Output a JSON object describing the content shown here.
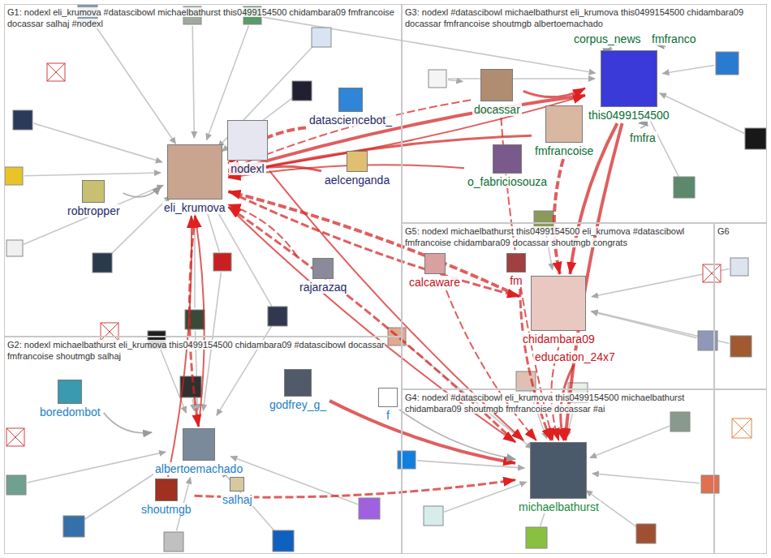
{
  "diagram": {
    "nodes": [
      {
        "text": [
          "G1: nodexl eli_krumova #datascibowl michaelbathurst this0499154500 chidambara09 fmfrancoise docassar salhaj #nodexl"
        ]
      },
      {
        "text": [
          "datasciencebot_"
        ],
        "in": 0
      },
      {
        "text": [
          "nodexl"
        ],
        "in": 0
      },
      {
        "text": [
          "eli_krumova"
        ],
        "in": 0
      },
      {
        "text": [
          "aelcenganda"
        ],
        "in": 0
      },
      {
        "text": [
          "robtropper"
        ],
        "in": 0
      },
      {
        "text": [
          "rajarazaq"
        ],
        "in": 0
      },
      {
        "text": [
          "G3: nodexl #datascibowl michaelbathurst eli_krumova this0499154500 chidambara09 docassar fmfrancoise shoutmgb albertoemachado"
        ]
      },
      {
        "text": [
          "corpus_news"
        ],
        "in": 7
      },
      {
        "text": [
          "fmfranco"
        ],
        "in": 7
      },
      {
        "text": [
          "this0499154500"
        ],
        "in": 7
      },
      {
        "text": [
          "docassar"
        ],
        "in": 7
      },
      {
        "text": [
          "fmfrancoise"
        ],
        "in": 7
      },
      {
        "text": [
          "fmfra"
        ],
        "in": 7
      },
      {
        "text": [
          "o_fabriciosouza"
        ],
        "in": 7
      },
      {
        "text": [
          "G5: nodexl michaelbathurst this0499154500 eli_krumova #datascibowl fmfrancoise chidambara09 docassar shoutmgb congrats"
        ]
      },
      {
        "text": [
          "calcaware"
        ],
        "in": 15
      },
      {
        "text": [
          "fm"
        ],
        "in": 15
      },
      {
        "text": [
          "chidambara09"
        ],
        "in": 15
      },
      {
        "text": [
          "education_24x7"
        ],
        "in": 15
      },
      {
        "text": [
          "G6"
        ]
      },
      {
        "text": [
          "G2: nodexl michaelbathurst eli_krumova this0499154500 chidambara09 #datascibowl docassar fmfrancoise shoutmgb salhaj"
        ]
      },
      {
        "text": [
          "godfrey_g_"
        ],
        "in": 21
      },
      {
        "text": [
          "boredombot"
        ],
        "in": 21
      },
      {
        "text": [
          "f"
        ],
        "in": 21
      },
      {
        "text": [
          "albertoemachado"
        ],
        "in": 21
      },
      {
        "text": [
          "salhaj"
        ],
        "in": 21
      },
      {
        "text": [
          "shoutmgb"
        ],
        "in": 21
      },
      {
        "text": [
          "G4: nodexl #datascibowl eli_krumova this0499154500 michaelbathurst chidambara09 shoutmgb fmfrancoise docassar #ai"
        ]
      },
      {
        "text": [
          "michaelbathurst"
        ],
        "in": 28
      }
    ],
    "edges": [
      {
        "from": 3,
        "to": 29,
        "arrow": "to"
      },
      {
        "from": 29,
        "to": 3,
        "arrow": "to"
      },
      {
        "from": 10,
        "to": 3,
        "arrow": "to"
      },
      {
        "from": 11,
        "to": 3,
        "arrow": "to"
      },
      {
        "from": 12,
        "to": 3,
        "arrow": "to"
      },
      {
        "from": 18,
        "to": 3,
        "arrow": "to"
      },
      {
        "from": 25,
        "to": 3,
        "arrow": "to"
      },
      {
        "from": 3,
        "to": 25,
        "arrow": "to"
      },
      {
        "from": 10,
        "to": 29,
        "arrow": "to"
      },
      {
        "from": 18,
        "to": 29,
        "arrow": "to"
      },
      {
        "from": 11,
        "to": 10,
        "arrow": "to"
      },
      {
        "from": 12,
        "to": 18,
        "arrow": "to"
      },
      {
        "from": 3,
        "to": 10,
        "arrow": "to"
      },
      {
        "from": 27,
        "to": 29,
        "arrow": "to"
      },
      {
        "from": 22,
        "to": 29,
        "arrow": "to"
      },
      {
        "from": 6,
        "to": 3,
        "arrow": "to"
      },
      {
        "from": 4,
        "to": 3,
        "arrow": "to"
      },
      {
        "from": 1,
        "to": 3,
        "arrow": "to"
      },
      {
        "from": 14,
        "to": 3,
        "arrow": "to"
      },
      {
        "from": 23,
        "to": 25,
        "arrow": "to"
      },
      {
        "from": 26,
        "to": 25,
        "arrow": "to"
      },
      {
        "from": 16,
        "to": 29,
        "arrow": "to"
      },
      {
        "from": 19,
        "to": 29,
        "arrow": "to"
      },
      {
        "from": 8,
        "to": 10,
        "arrow": "to"
      },
      {
        "from": 2,
        "to": 29,
        "arrow": "to"
      },
      {
        "from": 17,
        "to": 29,
        "arrow": "to"
      },
      {
        "from": 9,
        "to": 10,
        "arrow": "to"
      },
      {
        "from": 13,
        "to": 10,
        "arrow": "to"
      },
      {
        "from": 5,
        "to": 3,
        "arrow": "to"
      },
      {
        "from": 24,
        "to": 29,
        "arrow": "to"
      },
      {
        "from": 27,
        "to": 3,
        "arrow": "to"
      },
      {
        "from": 3,
        "to": 18,
        "arrow": "to"
      },
      {
        "from": 10,
        "to": 18,
        "arrow": "to"
      },
      {
        "from": 11,
        "to": 29,
        "arrow": "to"
      }
    ]
  }
}
